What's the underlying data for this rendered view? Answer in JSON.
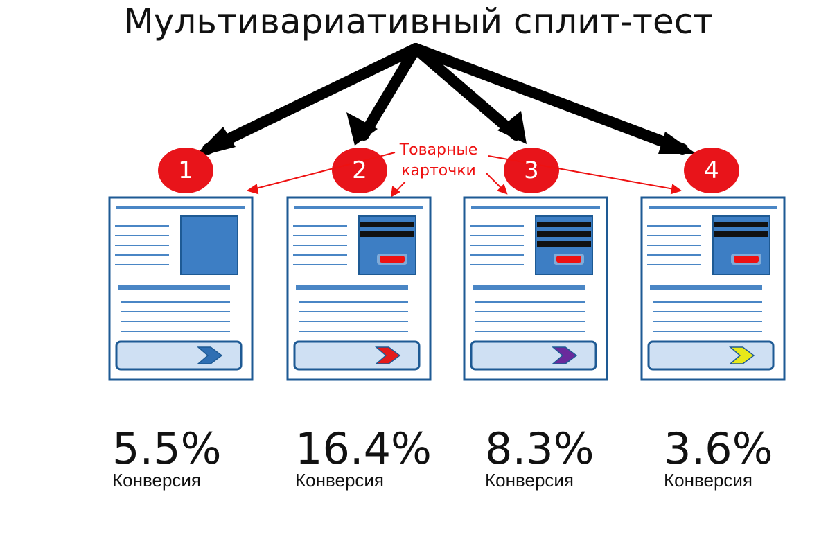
{
  "title": "Мультивариативный сплит-тест",
  "annotation": {
    "line1": "Товарные",
    "line2": "карточки"
  },
  "variants": [
    {
      "number": "1",
      "conversion": "5.5%",
      "label": "Конверсия",
      "arrow_color": "#2f6fb3",
      "card_style": "plain"
    },
    {
      "number": "2",
      "conversion": "16.4%",
      "label": "Конверсия",
      "arrow_color": "#e41b1b",
      "card_style": "two-stripes"
    },
    {
      "number": "3",
      "conversion": "8.3%",
      "label": "Конверсия",
      "arrow_color": "#6a2a9c",
      "card_style": "three-stripes"
    },
    {
      "number": "4",
      "conversion": "3.6%",
      "label": "Конверсия",
      "arrow_color": "#e8e81a",
      "card_style": "two-stripes-top"
    }
  ],
  "colors": {
    "circle": "#e8141a",
    "card_border": "#1e5a94",
    "card_blue": "#3d7ec4",
    "line_blue": "#4a86c5",
    "annotation": "#ee1111"
  }
}
